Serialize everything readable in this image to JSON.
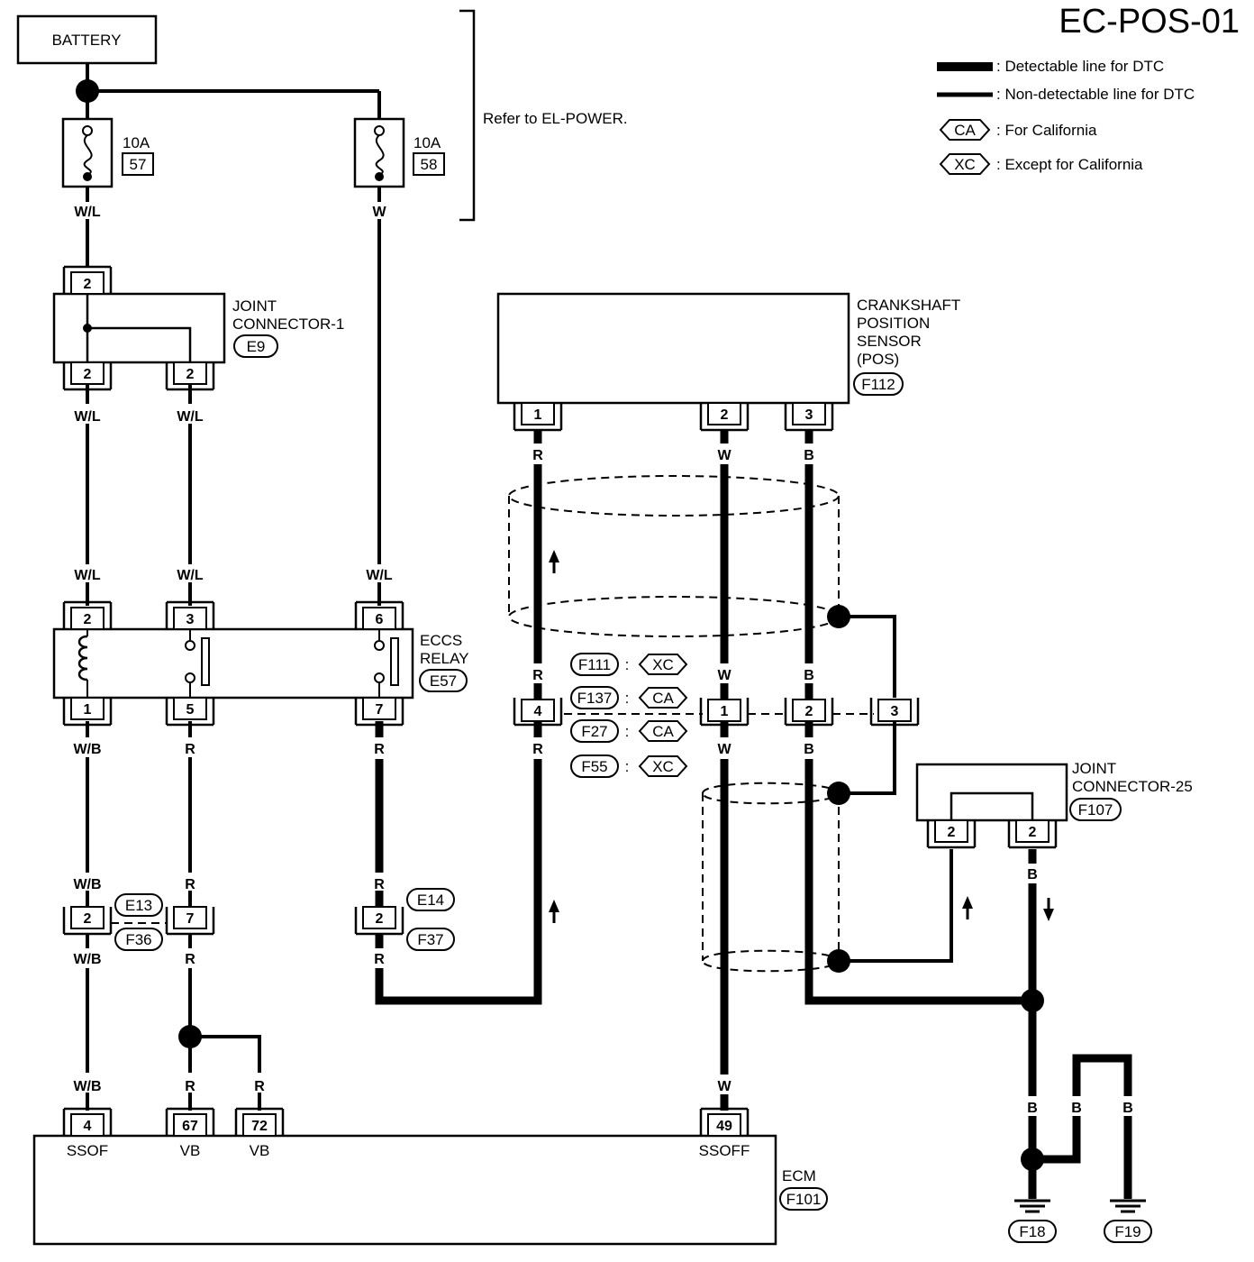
{
  "title": "EC-POS-01",
  "legend": {
    "detectable": ": Detectable line for DTC",
    "nondetectable": ": Non-detectable line for DTC",
    "ca_tag": "CA",
    "ca_text": ": For California",
    "xc_tag": "XC",
    "xc_text": ": Except for California"
  },
  "battery": "BATTERY",
  "refer": "Refer to EL-POWER.",
  "fuses": [
    {
      "amp": "10A",
      "num": "57"
    },
    {
      "amp": "10A",
      "num": "58"
    }
  ],
  "joint1": {
    "name1": "JOINT",
    "name2": "CONNECTOR-1",
    "code": "E9"
  },
  "relay": {
    "name1": "ECCS",
    "name2": "RELAY",
    "code": "E57"
  },
  "sensor": {
    "name1": "CRANKSHAFT",
    "name2": "POSITION",
    "name3": "SENSOR",
    "name4": "(POS)",
    "code": "F112"
  },
  "joint25": {
    "name1": "JOINT",
    "name2": "CONNECTOR-25",
    "code": "F107"
  },
  "ecm": {
    "name": "ECM",
    "code": "F101",
    "t_ssof": "SSOF",
    "t_vb1": "VB",
    "t_vb2": "VB",
    "t_ssoff": "SSOFF"
  },
  "connectors": {
    "e13": "E13",
    "f36": "F36",
    "e14": "E14",
    "f37": "F37",
    "f111": "F111",
    "f137": "F137",
    "f27": "F27",
    "f55": "F55",
    "f18": "F18",
    "f19": "F19"
  },
  "variants": {
    "v1": "XC",
    "v2": "CA",
    "v3": "CA",
    "v4": "XC",
    "colon": ":"
  },
  "pins": {
    "j1_top": "2",
    "j1_b1": "2",
    "j1_b2": "2",
    "r_2": "2",
    "r_3": "3",
    "r_6": "6",
    "r_1": "1",
    "r_5": "5",
    "r_7": "7",
    "e13_2": "2",
    "e13_7": "7",
    "e14_2": "2",
    "ecm_4": "4",
    "ecm_67": "67",
    "ecm_72": "72",
    "ecm_49": "49",
    "s_1": "1",
    "s_2": "2",
    "s_3": "3",
    "m_4": "4",
    "m_1": "1",
    "m_2": "2",
    "m_3": "3",
    "j25_1": "2",
    "j25_2": "2"
  },
  "wires": {
    "wl_f57": "W/L",
    "w_f58": "W",
    "wl_j1a": "W/L",
    "wl_j1b": "W/L",
    "wl_r2": "W/L",
    "wl_r3": "W/L",
    "wl_r6": "W/L",
    "wb_r1": "W/B",
    "r_r5": "R",
    "r_r7": "R",
    "wb_c1": "W/B",
    "r_c2": "R",
    "r_c3": "R",
    "wb_c1b": "W/B",
    "r_c2b": "R",
    "r_c3b": "R",
    "wb_ecm": "W/B",
    "r_ecm1": "R",
    "r_ecm2": "R",
    "r_s1": "R",
    "w_s2": "W",
    "b_s3": "B",
    "r_m1": "R",
    "w_m1": "W",
    "b_m1": "B",
    "r_m2": "R",
    "w_m2": "W",
    "b_m2": "B",
    "w_ecm": "W",
    "b_j25": "B",
    "b_g1": "B",
    "b_g2": "B",
    "b_g3": "B"
  }
}
